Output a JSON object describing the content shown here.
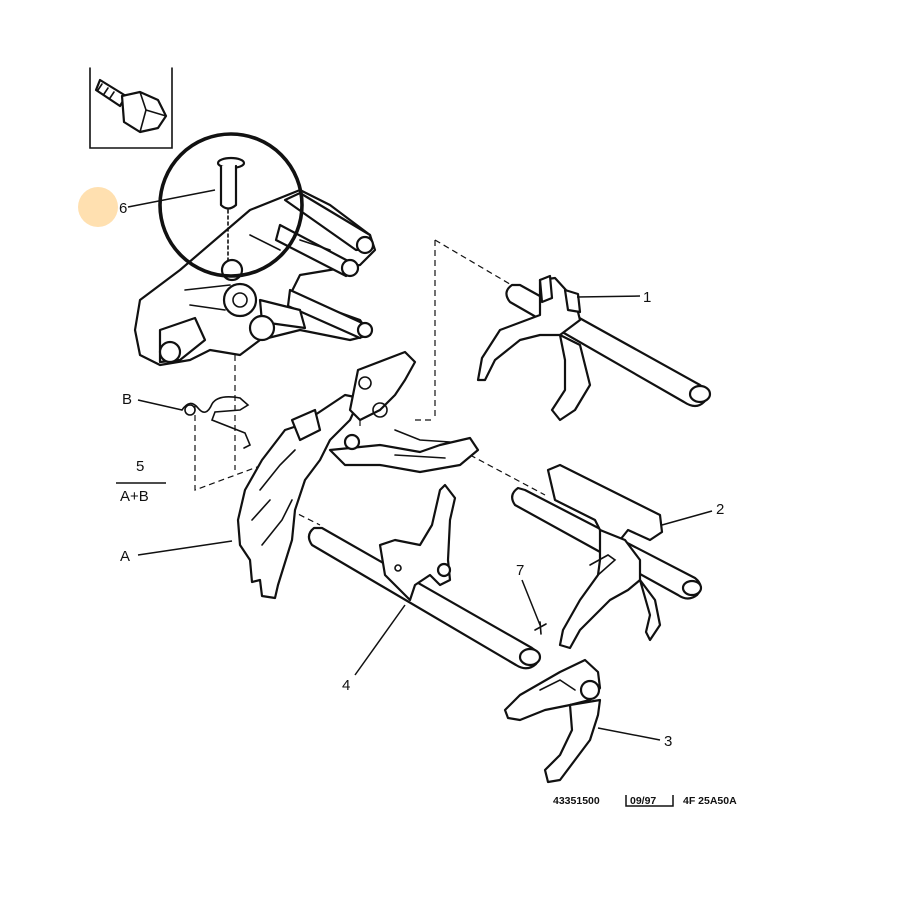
{
  "labels": {
    "item_1": "1",
    "item_2": "2",
    "item_3": "3",
    "item_4": "4",
    "item_5": "5",
    "item_5_sub": "A+B",
    "item_6": "6",
    "item_7": "7",
    "item_A": "A",
    "item_B": "B"
  },
  "footer": {
    "ref_number": "43351500",
    "date_box": "09/97",
    "code": "4F 25A50A"
  },
  "colors": {
    "highlight_circle": "#ffe0b0",
    "line": "#111111",
    "background": "#ffffff"
  }
}
